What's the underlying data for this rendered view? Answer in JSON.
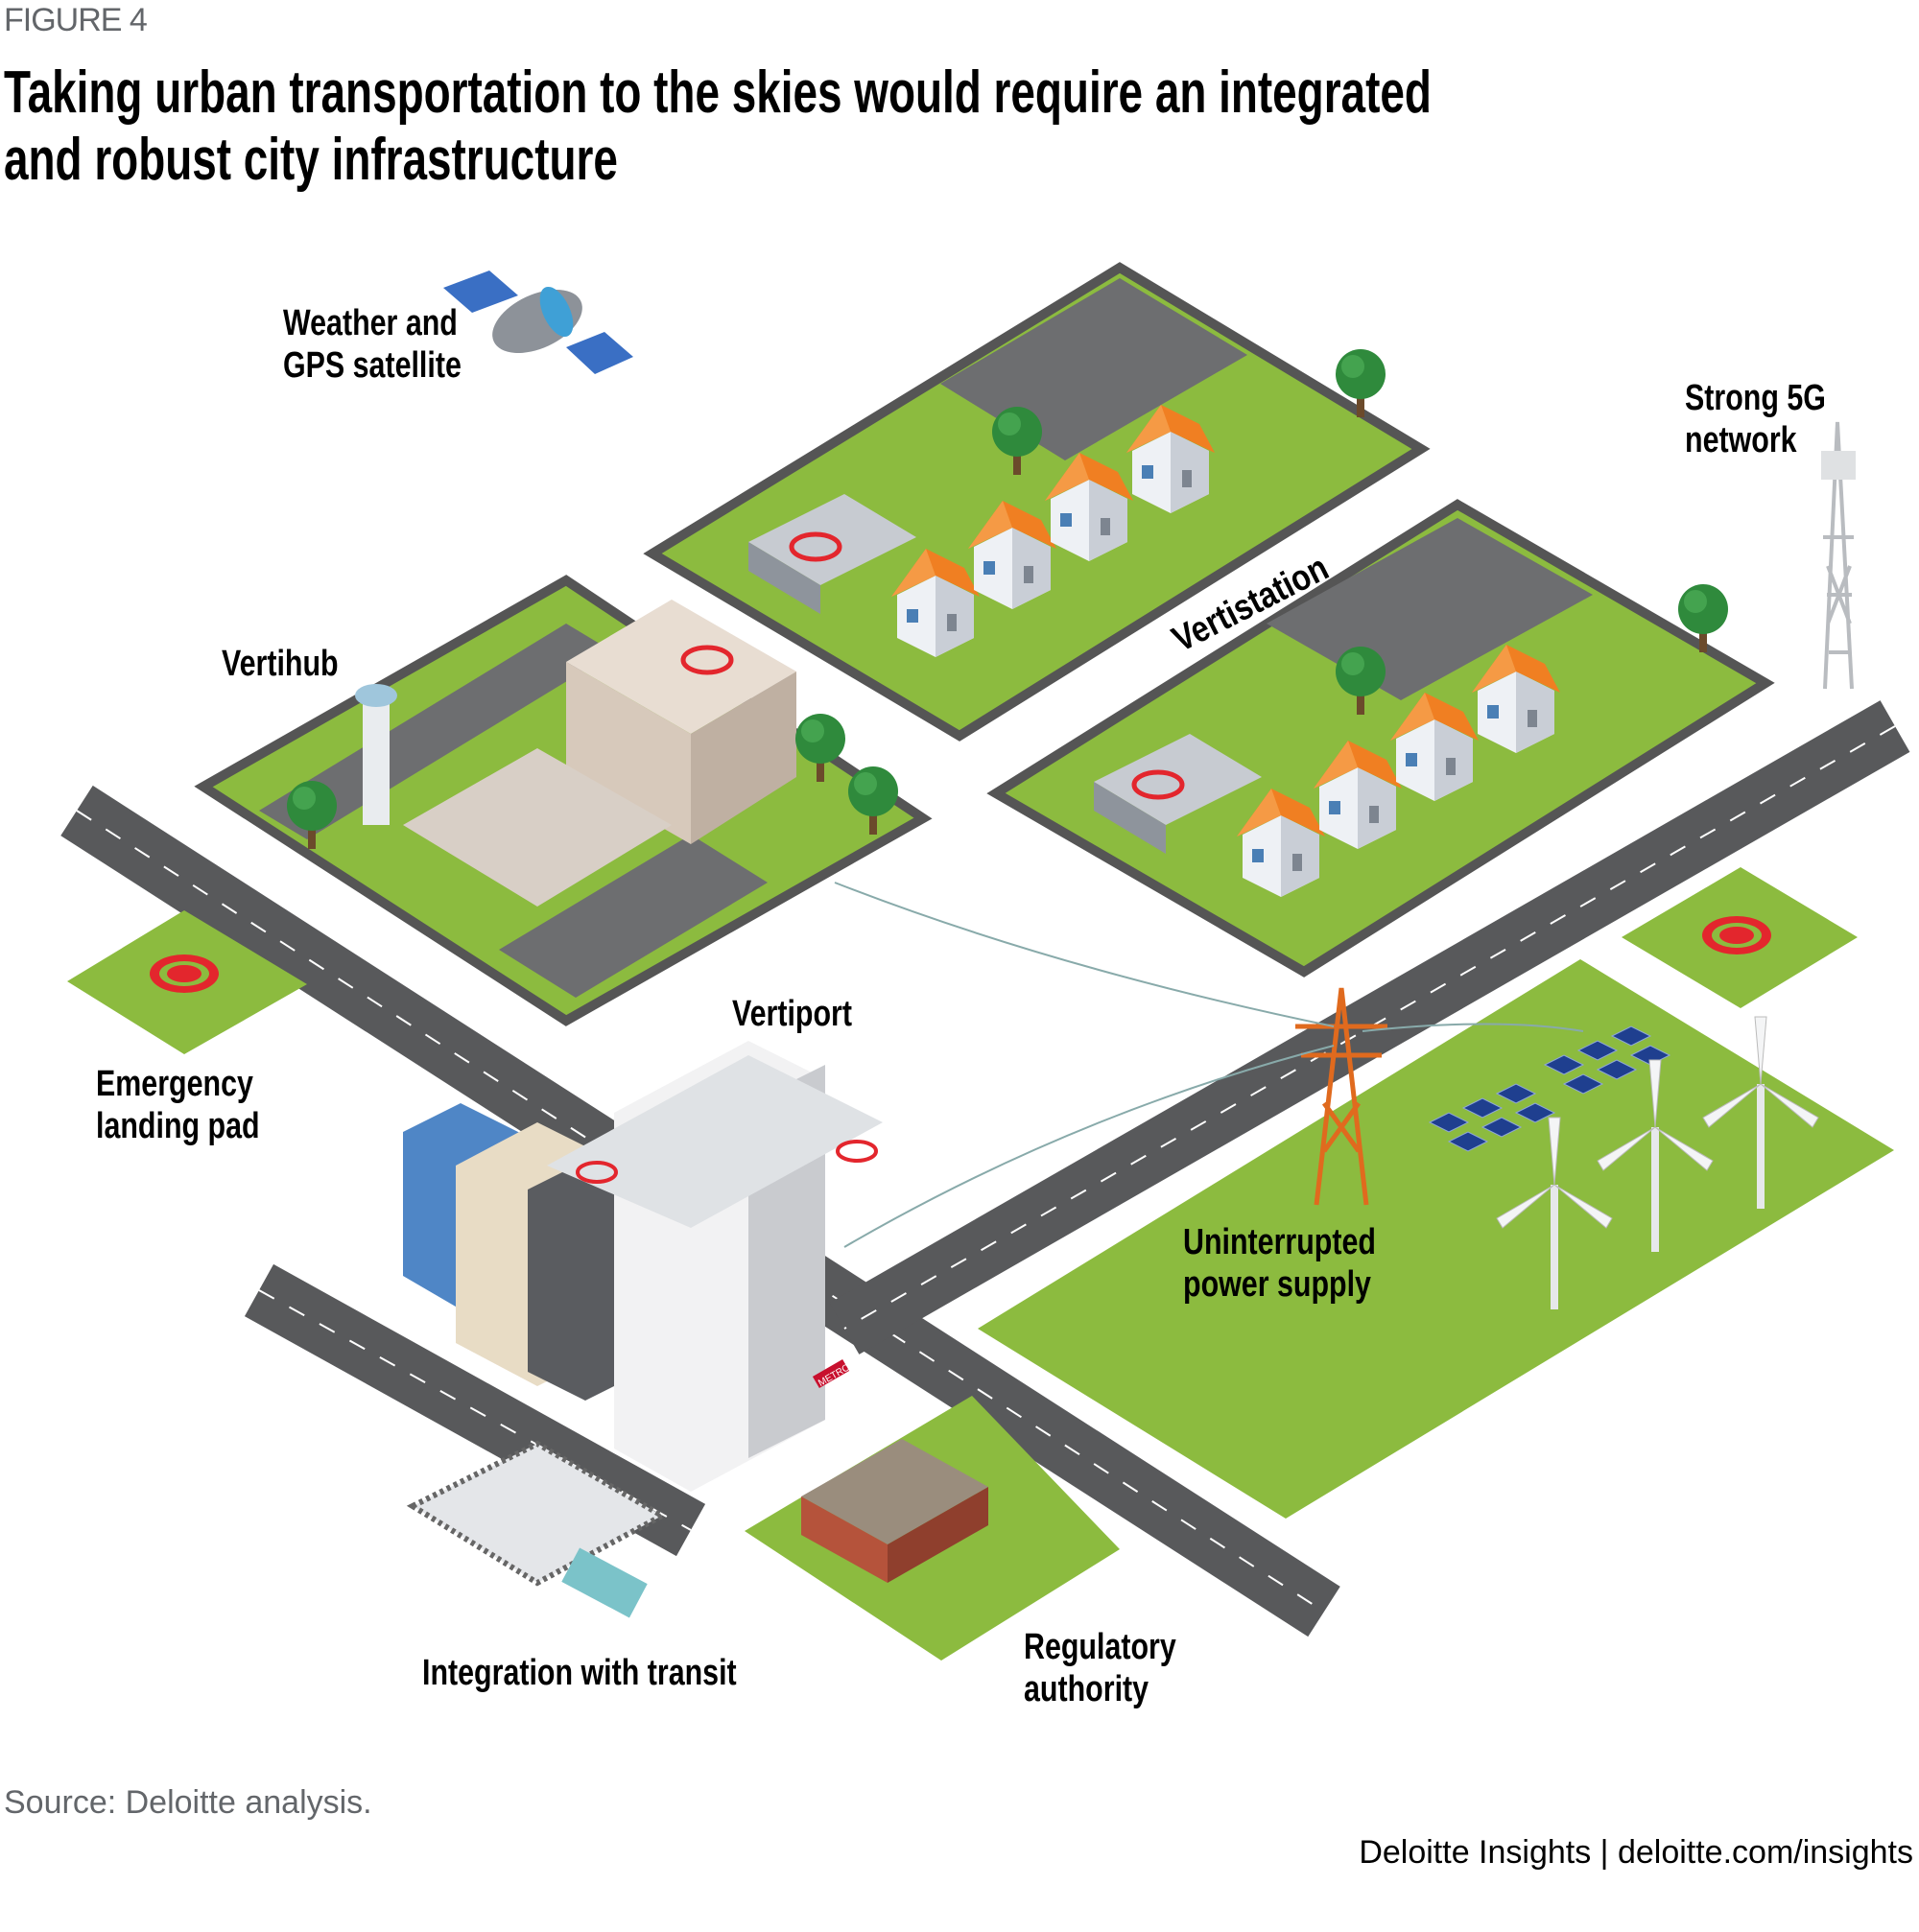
{
  "figure_label": "FIGURE 4",
  "title": {
    "line1": "Taking urban transportation to the skies would require an integrated",
    "line2": "and robust city infrastructure"
  },
  "labels": {
    "satellite": {
      "line1": "Weather and",
      "line2": "GPS satellite"
    },
    "network": {
      "line1": "Strong 5G",
      "line2": "network"
    },
    "vertihub": "Vertihub",
    "vertistation": "Vertistation",
    "vertiport": "Vertiport",
    "emergency": {
      "line1": "Emergency",
      "line2": "landing pad"
    },
    "power": {
      "line1": "Uninterrupted",
      "line2": "power supply"
    },
    "transit": "Integration with transit",
    "regulatory": {
      "line1": "Regulatory",
      "line2": "authority"
    }
  },
  "illustration_signs": {
    "metro": "METRO"
  },
  "colors": {
    "grass": "#8cbb3f",
    "road": "#58595b",
    "roof": "#f07f22",
    "pad_ring": "#e3262d"
  },
  "footer": {
    "source": "Source: Deloitte analysis.",
    "brand": "Deloitte Insights | deloitte.com/insights"
  }
}
